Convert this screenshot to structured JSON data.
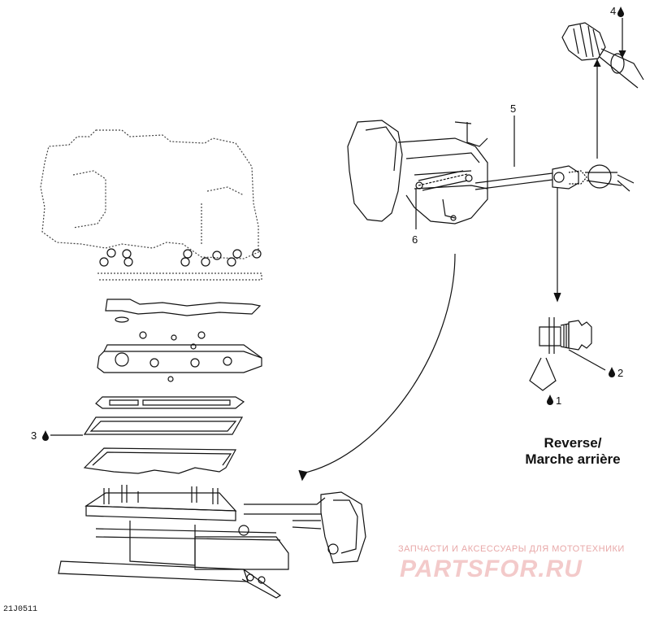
{
  "callouts": {
    "c1": "1",
    "c2": "2",
    "c3": "3",
    "c4": "4",
    "c5": "5",
    "c6": "6"
  },
  "title": {
    "line1": "Reverse/",
    "line2": "Marche arrière"
  },
  "watermark": {
    "line1": "ЗАПЧАСТИ И АКСЕССУАРЫ ДЛЯ МОТОТЕХНИКИ",
    "line2": "PARTSFOR.RU"
  },
  "figure_code": "21J0511",
  "icons": {
    "lube": "oil-drop-icon"
  },
  "colors": {
    "line": "#111111",
    "watermark": "#e8a8a8"
  }
}
